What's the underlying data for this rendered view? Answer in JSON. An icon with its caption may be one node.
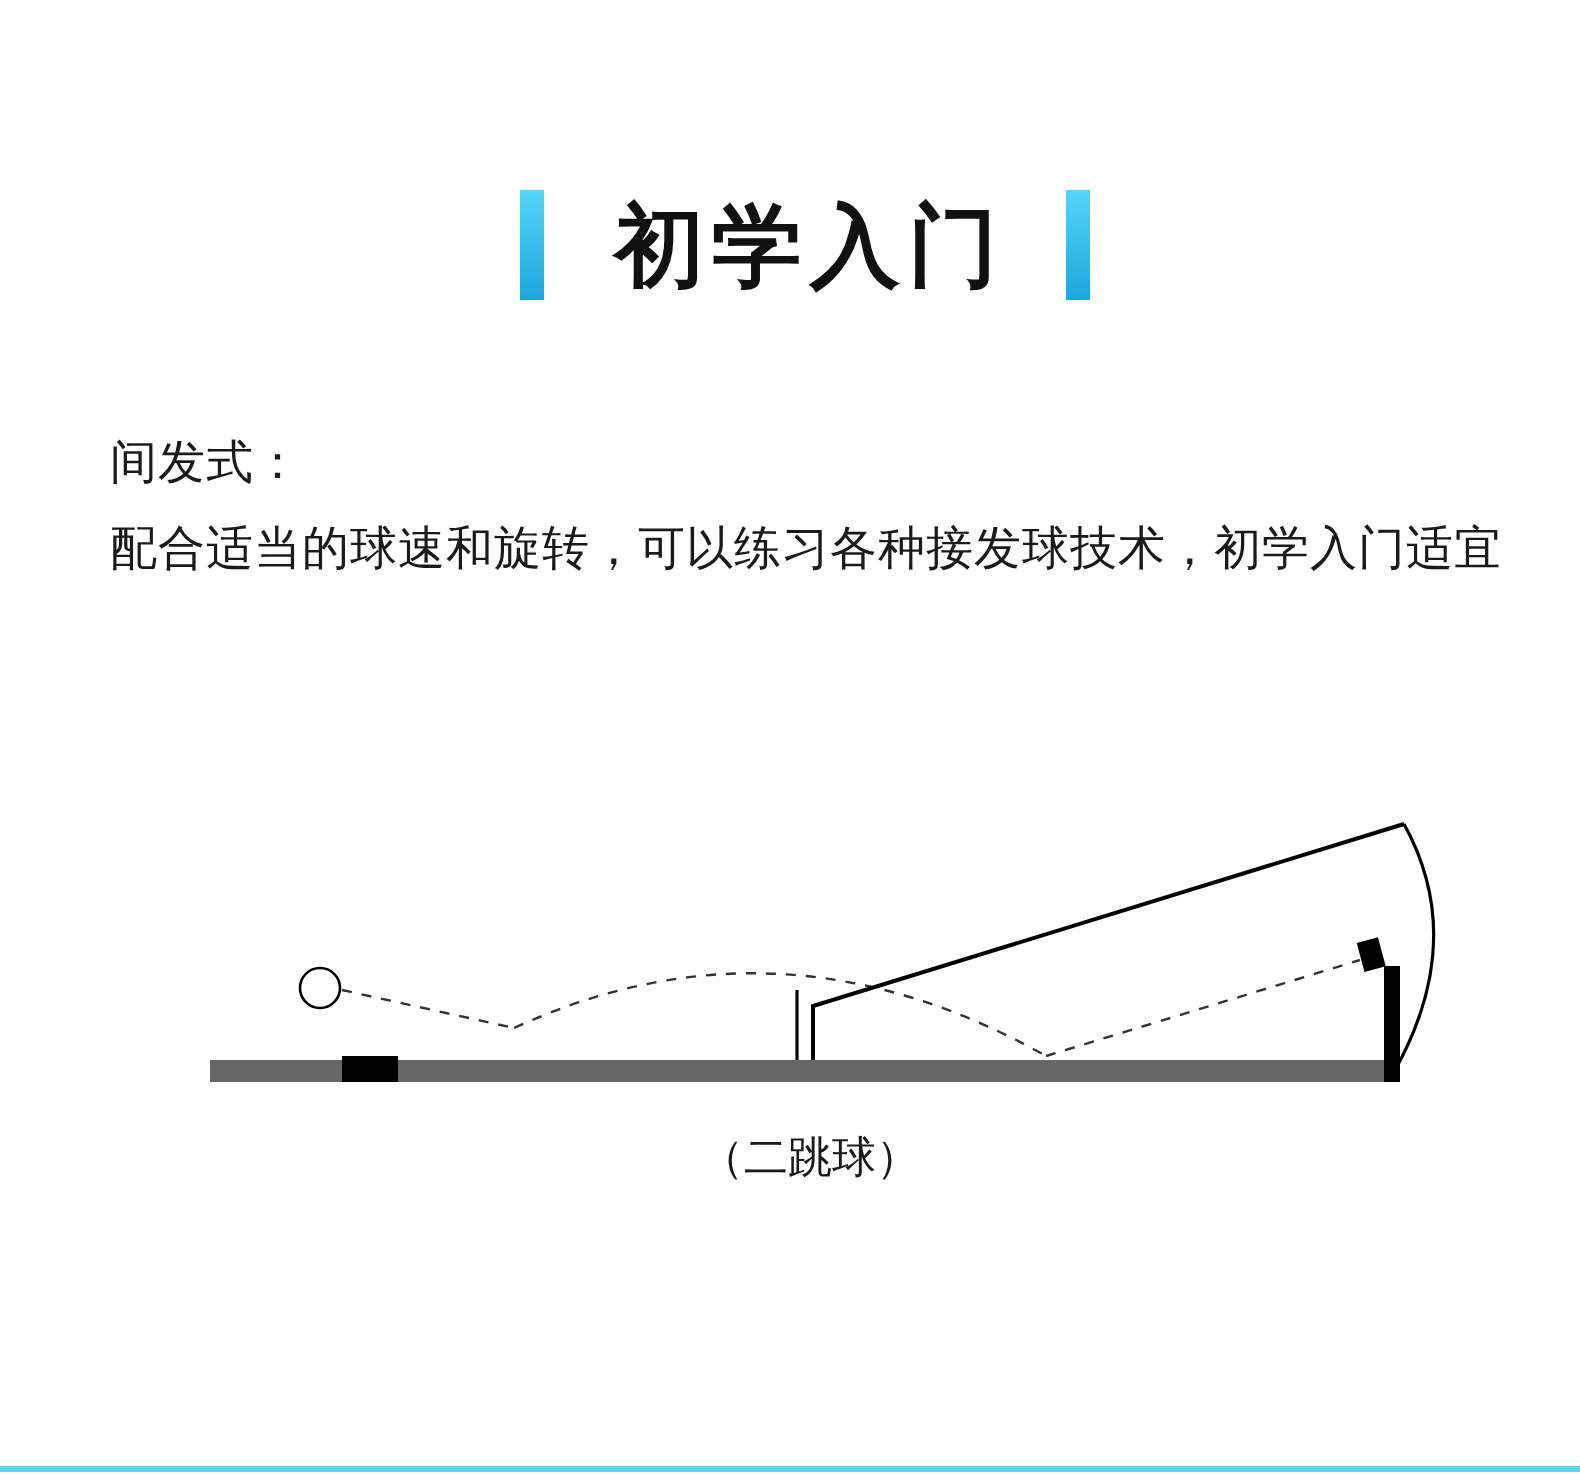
{
  "diagram": {
    "title": "初学入门",
    "labels": [
      "间发式：",
      "配合适当的球速和旋转，可以练习各种接发球技术，初学入门适宜"
    ],
    "caption": "（二跳球）"
  }
}
